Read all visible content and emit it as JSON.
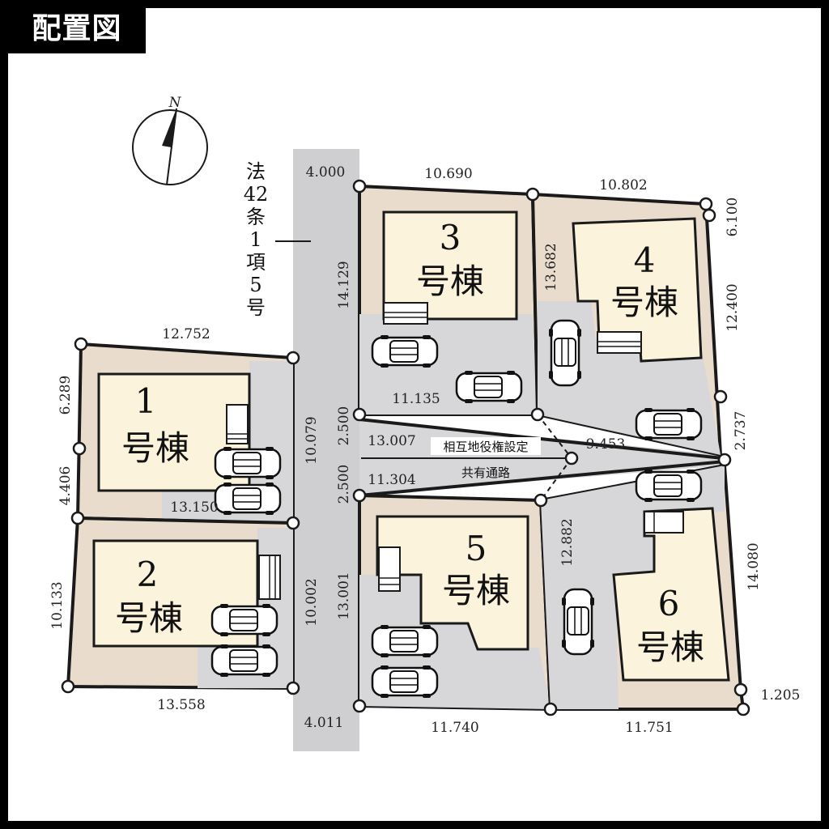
{
  "title": "配置図",
  "north": "N",
  "road_label": [
    "法",
    "42",
    "条",
    "1",
    "項",
    "5",
    "号"
  ],
  "easement": {
    "line1": "相互地役権設定",
    "line2": "共有通路"
  },
  "houses": [
    {
      "id": "1",
      "num": "1",
      "suffix": "号棟"
    },
    {
      "id": "2",
      "num": "2",
      "suffix": "号棟"
    },
    {
      "id": "3",
      "num": "3",
      "suffix": "号棟"
    },
    {
      "id": "4",
      "num": "4",
      "suffix": "号棟"
    },
    {
      "id": "5",
      "num": "5",
      "suffix": "号棟"
    },
    {
      "id": "6",
      "num": "6",
      "suffix": "号棟"
    }
  ],
  "dimensions": {
    "d_4000": "4.000",
    "d_10690": "10.690",
    "d_10802": "10.802",
    "d_6100": "6.100",
    "d_14129": "14.129",
    "d_13682": "13.682",
    "d_12400": "12.400",
    "d_12752": "12.752",
    "d_6289": "6.289",
    "d_4406": "4.406",
    "d_10079": "10.079",
    "d_13150": "13.150",
    "d_11135": "11.135",
    "d_2500a": "2.500",
    "d_13007": "13.007",
    "d_9453": "9.453",
    "d_2737": "2.737",
    "d_2500b": "2.500",
    "d_11304": "11.304",
    "d_12882": "12.882",
    "d_14080": "14.080",
    "d_10133": "10.133",
    "d_10002": "10.002",
    "d_13001": "13.001",
    "d_13558": "13.558",
    "d_4011": "4.011",
    "d_11740": "11.740",
    "d_11751": "11.751",
    "d_1205": "1.205"
  },
  "colors": {
    "lot": "#e9dccd",
    "house": "#fbf3dc",
    "paving": "#d7d7d9",
    "road": "#cfcfd1",
    "line": "#1a1a1a"
  }
}
